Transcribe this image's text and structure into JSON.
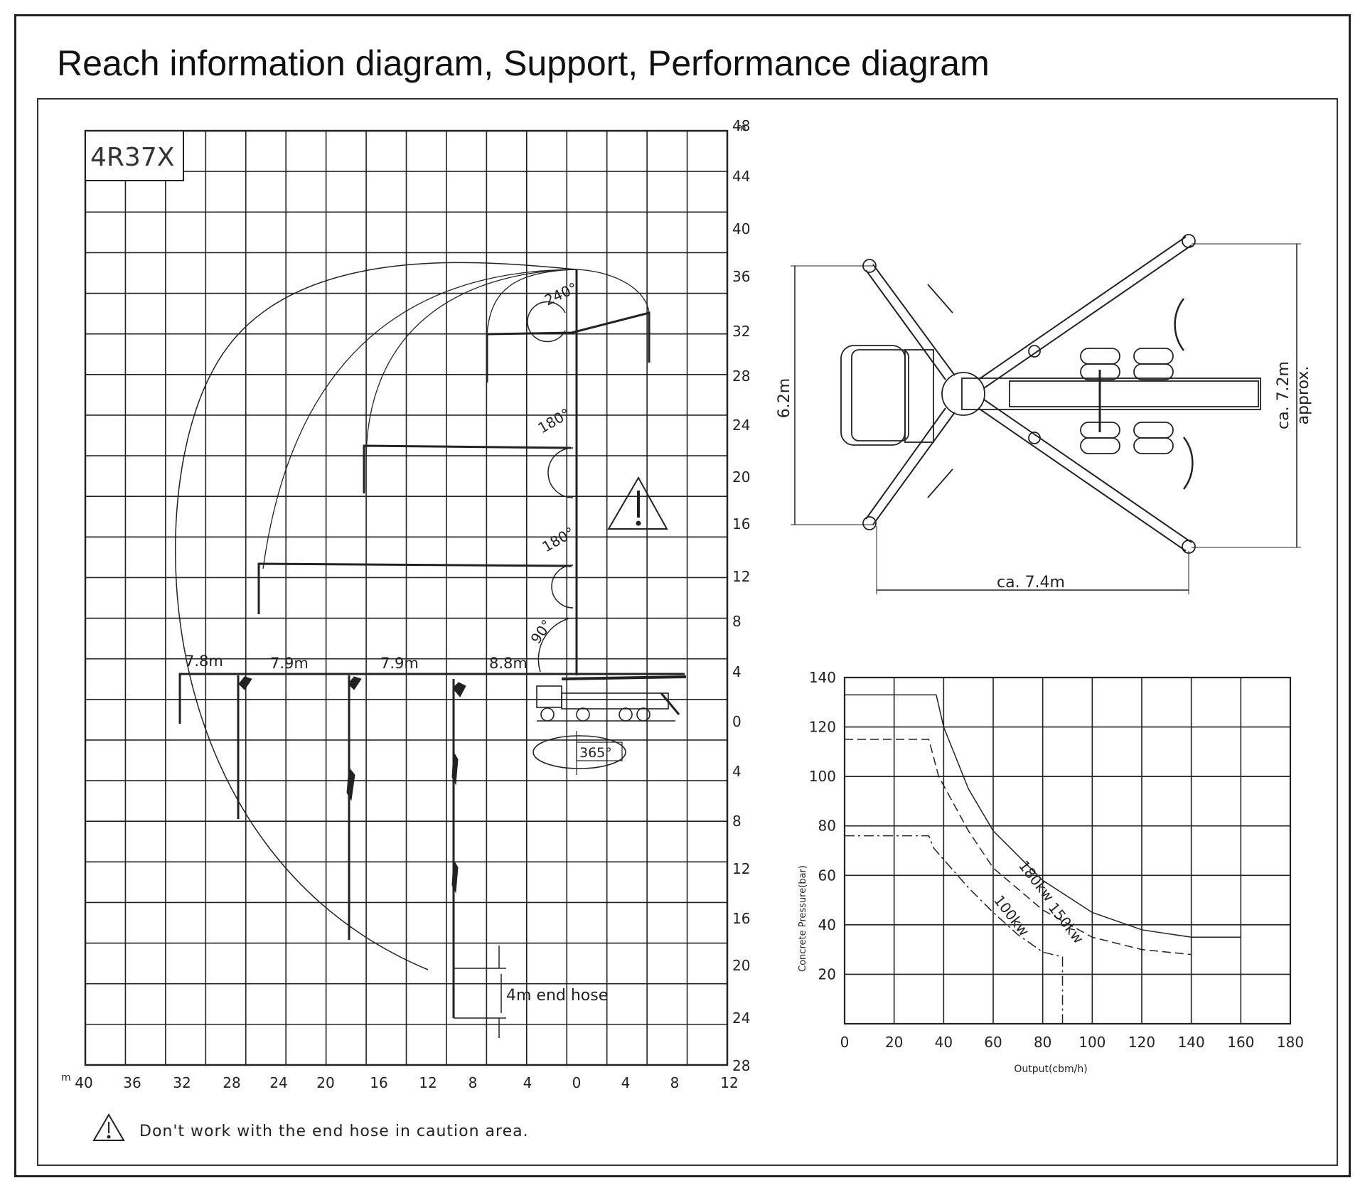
{
  "page": {
    "title": "Reach information diagram, Support, Performance diagram",
    "model": "4R37X",
    "warning": "Don't work with the end hose in caution area."
  },
  "reach": {
    "height_ticks": [
      "48",
      "44",
      "40",
      "36",
      "32",
      "28",
      "24",
      "20",
      "16",
      "12",
      "8",
      "4",
      "0",
      "4",
      "8",
      "12",
      "16",
      "20",
      "24",
      "28"
    ],
    "height_unit": "m",
    "horizontal_ticks": [
      "40",
      "36",
      "32",
      "28",
      "24",
      "20",
      "16",
      "12",
      "8",
      "4",
      "0",
      "4",
      "8",
      "12"
    ],
    "horizontal_unit": "m",
    "section_lengths": [
      "7.8m",
      "7.9m",
      "7.9m",
      "8.8m"
    ],
    "angles": [
      "240°",
      "180°",
      "180°",
      "90°",
      "365°"
    ],
    "end_hose": "4m end hose"
  },
  "support": {
    "height": "6.2m",
    "width_label": "ca. 7.4m",
    "side_label_1": "ca. 7.2m",
    "side_label_2": "approx."
  },
  "performance": {
    "x_ticks": [
      "0",
      "20",
      "40",
      "60",
      "80",
      "100",
      "120",
      "140",
      "160",
      "180"
    ],
    "y_ticks": [
      "140",
      "120",
      "100",
      "80",
      "60",
      "40",
      "20"
    ],
    "xlabel": "Output(cbm/h)",
    "ylabel": "Concrete Pressure(bar)"
  },
  "chart_data": {
    "type": "line",
    "xlabel": "Output(cbm/h)",
    "ylabel": "Concrete Pressure(bar)",
    "xlim": [
      0,
      180
    ],
    "ylim": [
      0,
      140
    ],
    "grid": true,
    "series": [
      {
        "name": "180kw",
        "x": [
          0,
          37,
          40,
          50,
          60,
          80,
          100,
          120,
          140,
          160
        ],
        "y": [
          133,
          133,
          120,
          95,
          78,
          58,
          45,
          38,
          35,
          35
        ]
      },
      {
        "name": "150kw",
        "x": [
          0,
          34,
          38,
          50,
          60,
          80,
          100,
          120,
          140
        ],
        "y": [
          115,
          115,
          100,
          78,
          63,
          46,
          35,
          30,
          28
        ]
      },
      {
        "name": "100kw",
        "x": [
          0,
          34,
          36,
          50,
          60,
          70,
          80,
          88,
          88
        ],
        "y": [
          76,
          76,
          71,
          55,
          45,
          36,
          29,
          27,
          0
        ]
      }
    ]
  }
}
